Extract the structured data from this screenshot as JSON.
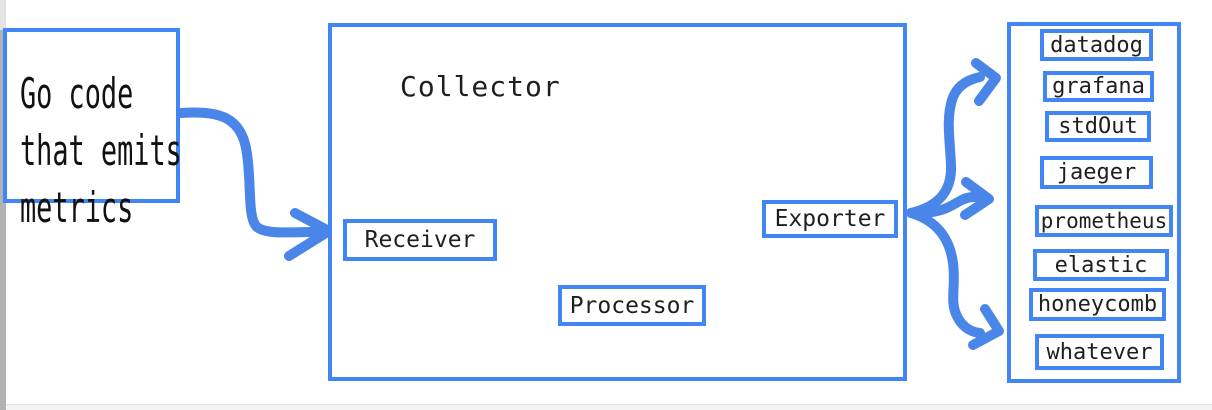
{
  "colors": {
    "box_border": "#4285f4",
    "arrow": "#4a86e8",
    "text": "#1f1f1f",
    "scrollbar": "#b2b2b2",
    "bottom_edge": "#e0e0e0"
  },
  "source_box": {
    "line1": "Go code",
    "line2": "that emits",
    "line3": "metrics"
  },
  "collector": {
    "title": "Collector",
    "receiver_label": "Receiver",
    "processor_label": "Processor",
    "exporter_label": "Exporter"
  },
  "destinations": {
    "items": [
      "datadog",
      "grafana",
      "stdOut",
      "jaeger",
      "prometheus",
      "elastic",
      "honeycomb",
      "whatever"
    ]
  }
}
